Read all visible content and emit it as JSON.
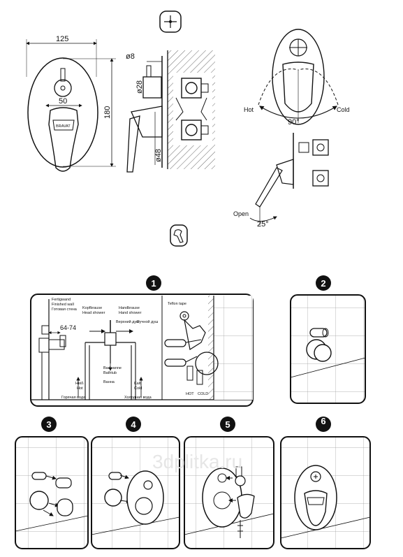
{
  "dimensions": {
    "width": "125",
    "height": "180",
    "handle_width": "50",
    "pipe_diameter_8": "ø8",
    "body_diameter_28": "ø28",
    "flange_diameter_48": "ø48",
    "wall_depth_range": "64-74"
  },
  "rotation": {
    "hot": "Hot",
    "cold": "Cold",
    "angle_90": "90°",
    "open": "Open",
    "angle_25": "25°"
  },
  "brand_mark": "BRAVAT",
  "watermark": "3dplitka.ru",
  "steps": [
    {
      "number": "1"
    },
    {
      "number": "2"
    },
    {
      "number": "3"
    },
    {
      "number": "4"
    },
    {
      "number": "5"
    },
    {
      "number": "6"
    }
  ],
  "step1": {
    "finished_wall_de": "Fertigwand",
    "finished_wall_en": "Finished wall",
    "finished_wall_ru": "Готовая стена",
    "head_shower_de": "Kopfbrause",
    "head_shower_en": "Head shower",
    "head_shower_ru": "Верхний душ",
    "hand_shower_de": "Handbrause",
    "hand_shower_en": "Hand shower",
    "hand_shower_ru": "Ручной душ",
    "bathtub_de": "Badwanne",
    "bathtub_en": "Bathtub",
    "bathtub_ru": "Ванна",
    "hot_de": "Heiß",
    "hot_en": "Hot",
    "cold_de": "Kalt",
    "cold_en": "Cold",
    "hot_water_ru": "Горячая вода",
    "cold_water_ru": "Холодная вода",
    "teflon_tape": "Teflon tape",
    "hot_label": "HOT",
    "cold_label": "COLD"
  }
}
